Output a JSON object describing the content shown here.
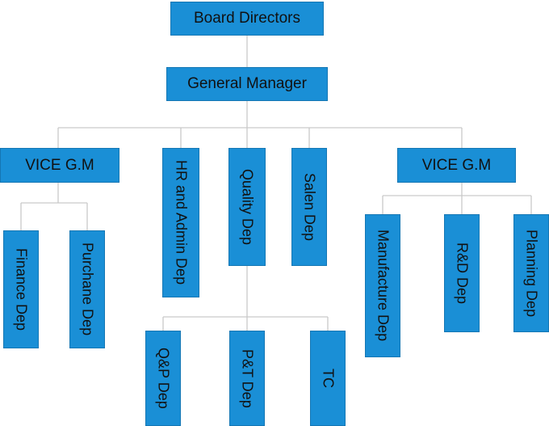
{
  "nodes": {
    "board": "Board Directors",
    "gm": "General Manager",
    "vice_left": "VICE G.M",
    "hr": "HR and Admin Dep",
    "quality": "Quality Dep",
    "salen": "Salen Dep",
    "vice_right": "VICE G.M",
    "finance": "Finance Dep",
    "purchane": "Purchane Dep",
    "qp": "Q&P Dep",
    "pt": "P&T Dep",
    "tc": "TC",
    "manufacture": "Manufacture Dep",
    "rd": "R&D Dep",
    "planning": "Planning Dep"
  },
  "colors": {
    "box": "#1a8fd6",
    "connector": "#c9c9c9",
    "text": "#111111"
  }
}
